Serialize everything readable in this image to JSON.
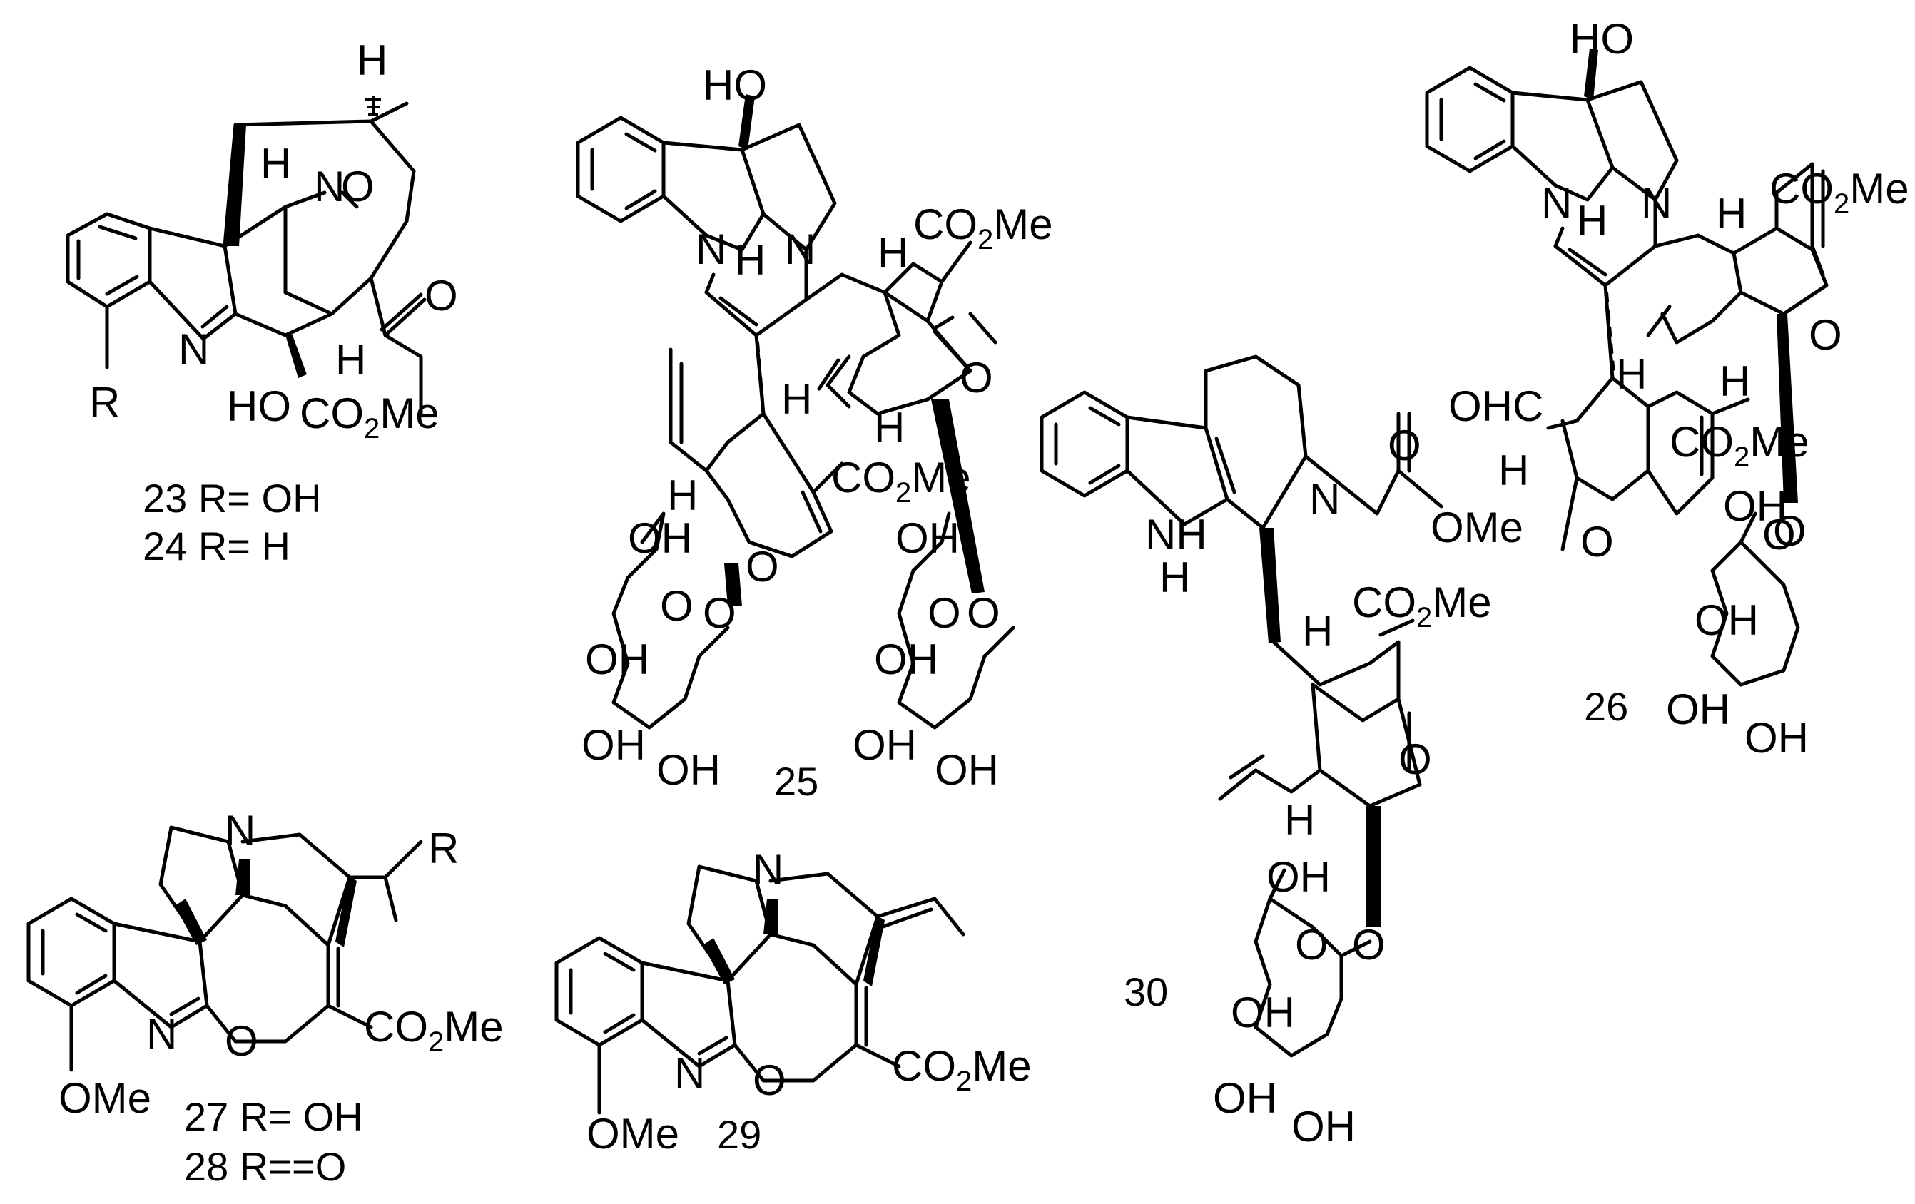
{
  "compounds": {
    "c23_24": {
      "labels": [
        "23 R= OH",
        "24 R= H"
      ],
      "atoms": {
        "R": "R",
        "N": "N",
        "HO": "HO",
        "O": "O",
        "CO2Me": "CO2Me"
      }
    },
    "c25": {
      "label": "25"
    },
    "c26": {
      "label": "26"
    },
    "c27_28": {
      "labels": [
        "27  R= OH",
        "28    R==O"
      ],
      "ome": "OMe"
    },
    "c29": {
      "label": "29",
      "ome": "OMe"
    },
    "c30": {
      "label": "30"
    }
  },
  "text": {
    "H": "H",
    "N": "N",
    "O": "O",
    "OH": "OH",
    "HO": "HO",
    "OHC": "OHC",
    "NH": "NH",
    "CO2Me_a": "CO",
    "CO2Me_sub": "2",
    "CO2Me_b": "Me",
    "OMe": "OMe",
    "R": "R",
    "Ominus": "O"
  }
}
